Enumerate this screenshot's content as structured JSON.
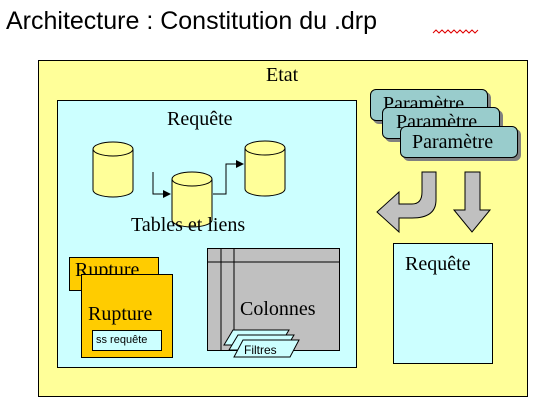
{
  "title": "Architecture : Constitution du .drp",
  "diagram": {
    "etat_label": "Etat",
    "requete_label": "Requête",
    "tables_label": "Tables et liens",
    "rupture_back_label": "Rupture",
    "rupture_front_label": "Rupture",
    "ss_requete_label": "ss  requête",
    "colonnes_label": "Colonnes",
    "filtres_label": "Filtres",
    "right_requete_label": "Requête",
    "parametres": [
      "Paramètre",
      "Paramètre",
      "Paramètre"
    ]
  },
  "colors": {
    "etat_fill": "#ffff99",
    "requete_fill": "#ccffff",
    "database_fill": "#ffff99",
    "rupture_fill": "#ffcc00",
    "colonnes_fill": "#c0c0c0",
    "parametre_fill": "#99cccc",
    "arrow_fill": "#c0c0c0"
  },
  "icons": {
    "database": "database-cylinder-icon",
    "curved_arrow": "curved-arrow-left-icon",
    "down_arrow": "arrow-down-icon"
  }
}
